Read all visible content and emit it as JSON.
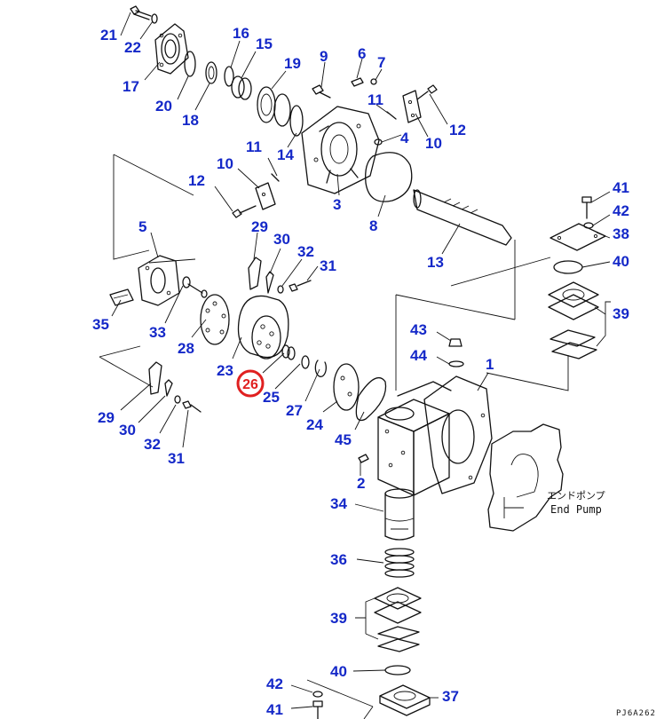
{
  "callouts": {
    "c21": "21",
    "c22": "22",
    "c17": "17",
    "c20": "20",
    "c18": "18",
    "c16": "16",
    "c15": "15",
    "c19": "19",
    "c9": "9",
    "c6": "6",
    "c7": "7",
    "c11a": "11",
    "c12a": "12",
    "c10a": "10",
    "c4": "4",
    "c14": "14",
    "c11b": "11",
    "c10b": "10",
    "c12b": "12",
    "c3": "3",
    "c8": "8",
    "c13": "13",
    "c41a": "41",
    "c42a": "42",
    "c38": "38",
    "c40a": "40",
    "c39a": "39",
    "c5": "5",
    "c29a": "29",
    "c30a": "30",
    "c32a": "32",
    "c31a": "31",
    "c35": "35",
    "c33": "33",
    "c28": "28",
    "c23": "23",
    "c26": "26",
    "c25": "25",
    "c27": "27",
    "c24": "24",
    "c43": "43",
    "c44": "44",
    "c1": "1",
    "c29b": "29",
    "c30b": "30",
    "c32b": "32",
    "c31b": "31",
    "c45": "45",
    "c2": "2",
    "c34": "34",
    "c36": "36",
    "c39b": "39",
    "c40b": "40",
    "c42b": "42",
    "c37": "37",
    "c41b": "41"
  },
  "end_pump": {
    "label_jp": "エンドポンプ",
    "label_en": "End Pump"
  },
  "drawing_code": "PJ6A262",
  "colors": {
    "callout": "#1428c8",
    "highlight": "#e02020",
    "line": "#111111"
  }
}
